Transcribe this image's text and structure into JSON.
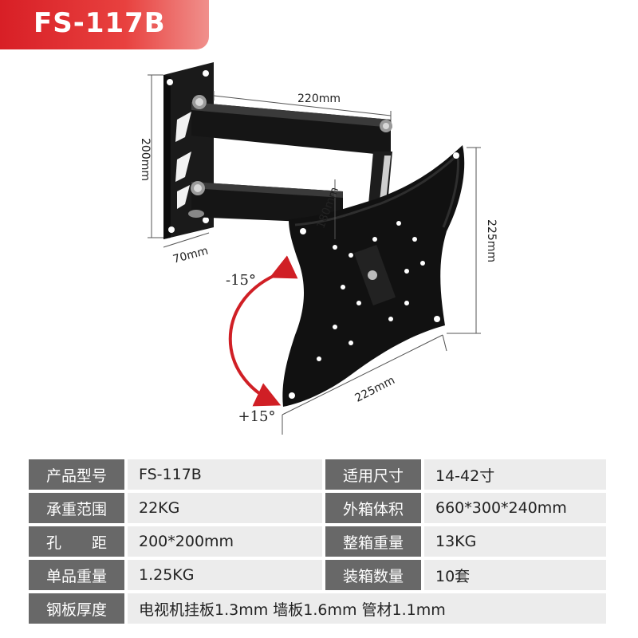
{
  "badge": {
    "model": "FS-117B"
  },
  "dimensions": {
    "arm_length": "220mm",
    "wall_plate_height": "200mm",
    "wall_plate_width": "70mm",
    "arm_extension": "180mm",
    "vesa_height": "225mm",
    "vesa_width": "225mm",
    "tilt_up": "-15°",
    "tilt_down": "+15°"
  },
  "specs": {
    "rows": [
      {
        "label1": "产品型号",
        "value1": "FS-117B",
        "label2": "适用尺寸",
        "value2": "14-42寸"
      },
      {
        "label1": "承重范围",
        "value1": "22KG",
        "label2": "外箱体积",
        "value2": "660*300*240mm"
      },
      {
        "label1": "孔　　距",
        "value1": "200*200mm",
        "label2": "整箱重量",
        "value2": "13KG"
      },
      {
        "label1": "单品重量",
        "value1": "1.25KG",
        "label2": "装箱数量",
        "value2": "10套"
      }
    ],
    "last_row": {
      "label": "钢板厚度",
      "value": "电视机挂板1.3mm 墙板1.6mm 管材1.1mm"
    }
  },
  "colors": {
    "accent": "#d81f26",
    "label_bg": "#686868",
    "value_bg": "#ececec",
    "arrow": "#d01f25"
  }
}
